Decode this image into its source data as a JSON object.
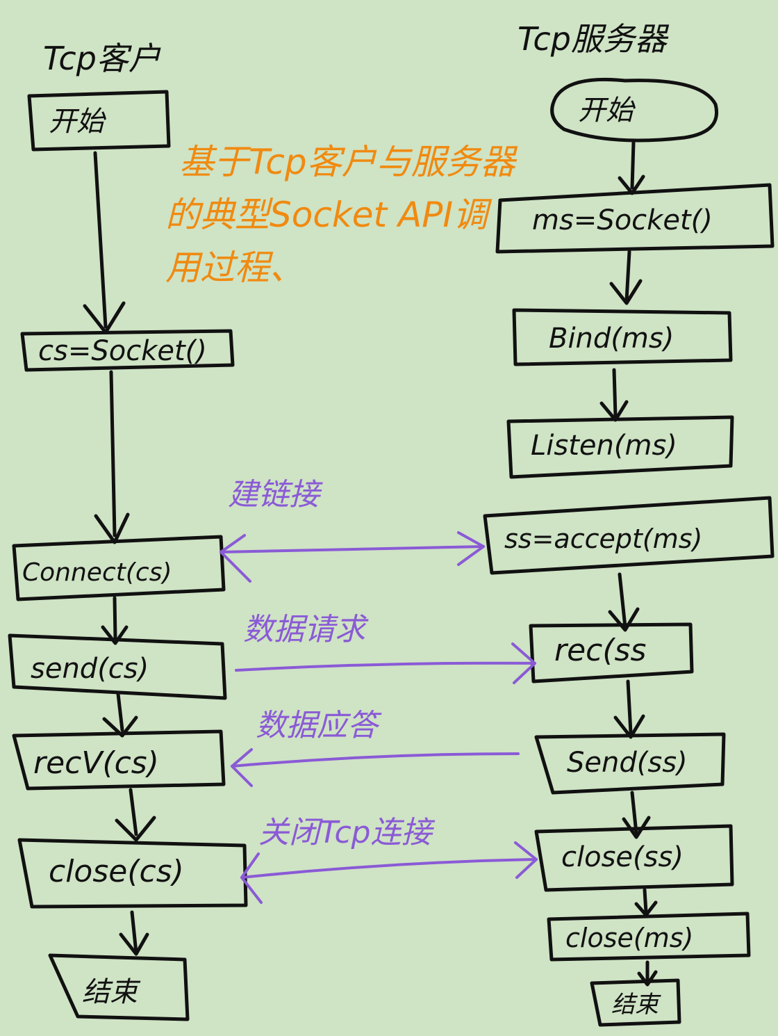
{
  "client": {
    "title": "Tcp客户",
    "start": "开始",
    "socket": "cs=Socket()",
    "connect": "Connect(cs)",
    "send": "send(cs)",
    "recv": "recV(cs)",
    "close": "close(cs)",
    "end": "结束"
  },
  "server": {
    "title": "Tcp服务器",
    "start": "开始",
    "socket": "ms=Socket()",
    "bind": "Bind(ms)",
    "listen": "Listen(ms)",
    "accept": "ss=accept(ms)",
    "recv": "rec(ss",
    "send": "Send(ss)",
    "close_ss": "close(ss)",
    "close_ms": "close(ms)",
    "end": "结束"
  },
  "note": {
    "line1": "基于Tcp客户与服务器",
    "line2": "的典型Socket API调",
    "line3": "用过程、"
  },
  "links": {
    "connect": "建链接",
    "request": "数据请求",
    "reply": "数据应答",
    "close": "关闭Tcp连接"
  },
  "colors": {
    "background": "#cfe3c5",
    "ink": "#111111",
    "note": "#f08a10",
    "link": "#8a5ad6"
  }
}
